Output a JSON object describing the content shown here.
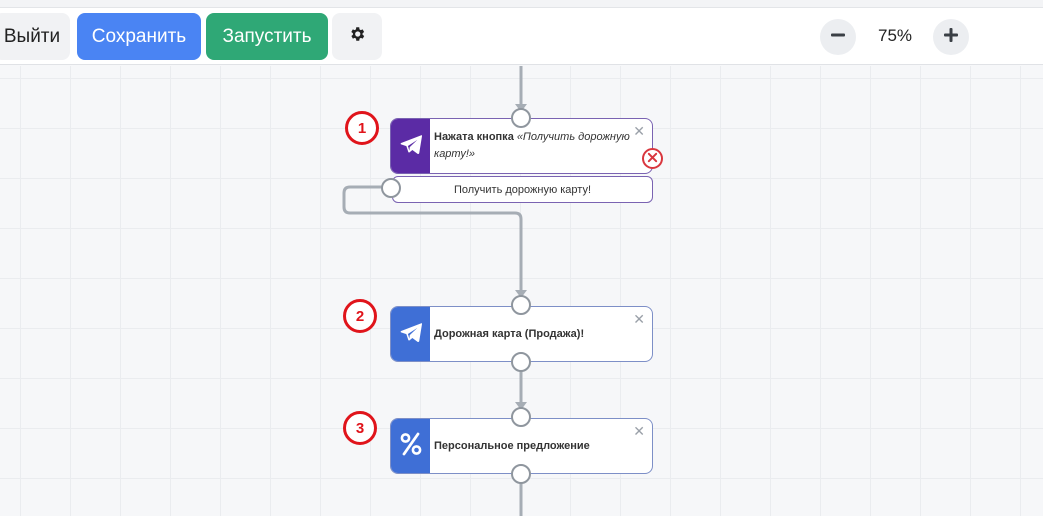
{
  "toolbar": {
    "exit_label": "Выйти",
    "save_label": "Сохранить",
    "run_label": "Запустить",
    "settings_icon": "gear-icon",
    "zoom_out_icon": "minus-icon",
    "zoom_in_icon": "plus-icon",
    "zoom_level": "75%"
  },
  "colors": {
    "save": "#4a84f3",
    "run": "#2fa876",
    "node1_accent": "#5b2ba5",
    "node_accent": "#3f6fd6",
    "badge": "#e0141b"
  },
  "nodes": [
    {
      "step": "1",
      "icon": "telegram-icon",
      "title": "Нажата кнопка",
      "subtitle": "«Получить дорожную карту!»",
      "button_label": "Получить дорожную карту!"
    },
    {
      "step": "2",
      "icon": "telegram-icon",
      "title": "Дорожная карта (Продажа)!"
    },
    {
      "step": "3",
      "icon": "percent-icon",
      "title": "Персональное предложение"
    }
  ]
}
